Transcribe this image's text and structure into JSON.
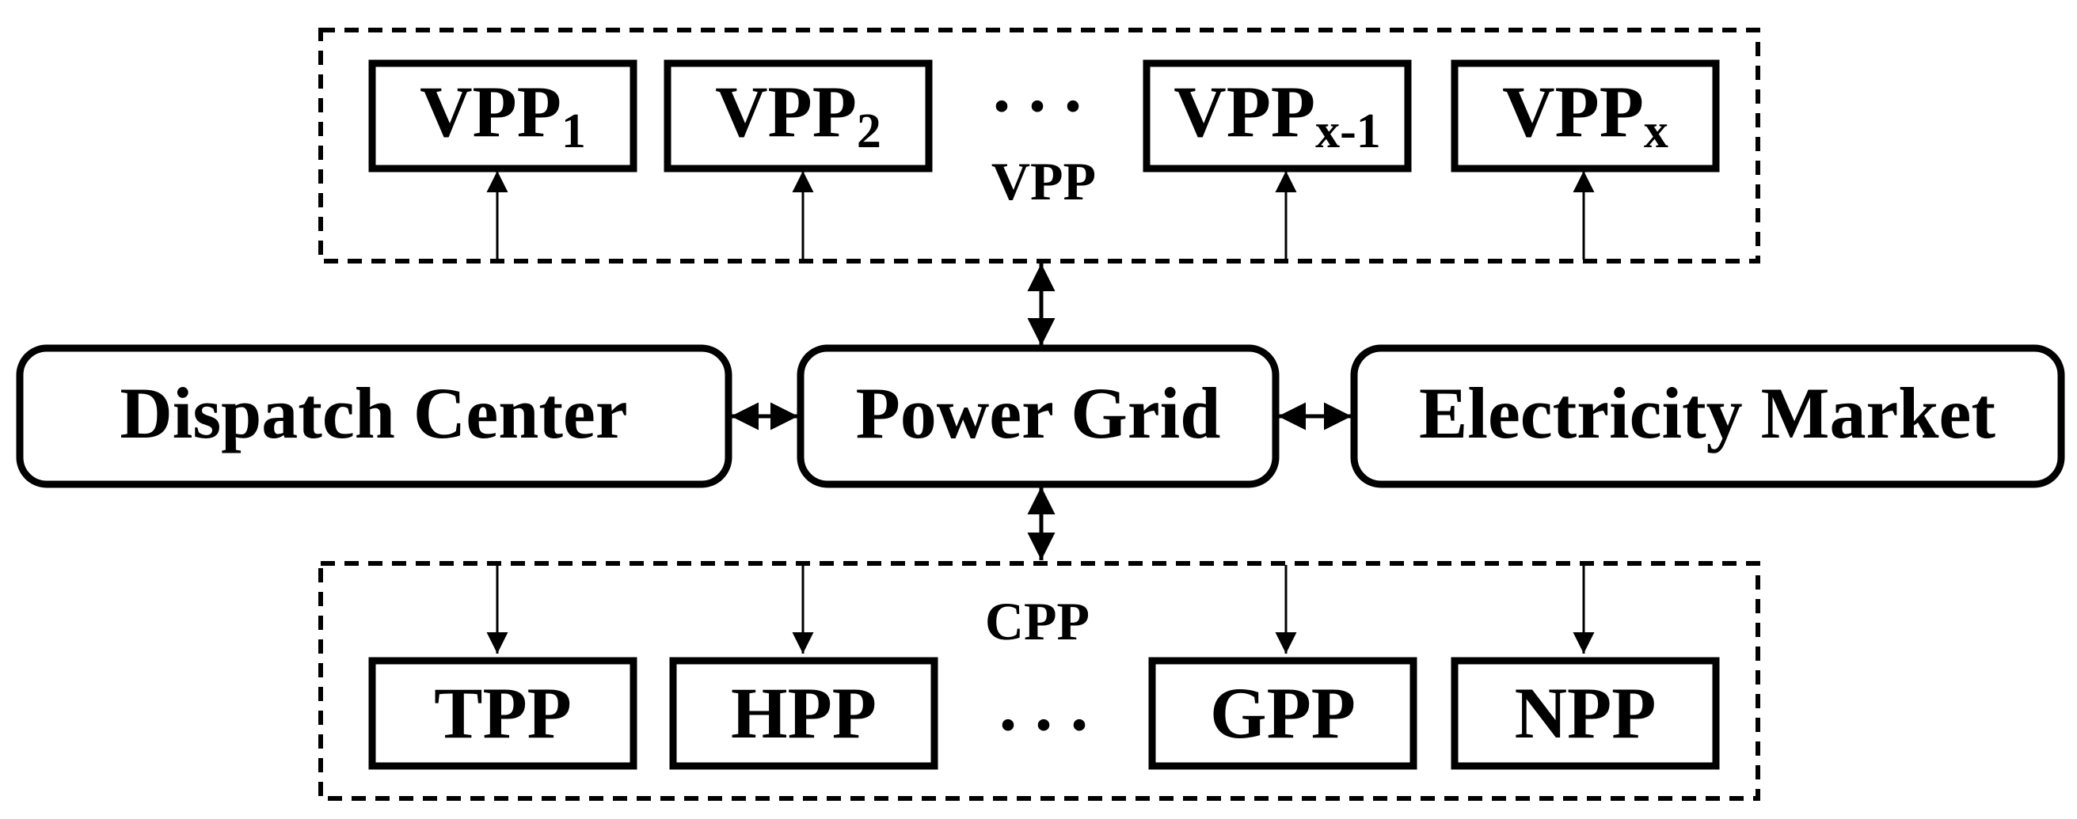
{
  "colors": {
    "stroke": "#000000",
    "background": "#ffffff"
  },
  "vpp_group": {
    "label": "VPP",
    "units": [
      {
        "base": "VPP",
        "sub": "1"
      },
      {
        "base": "VPP",
        "sub": "2"
      },
      {
        "base": "VPP",
        "sub": "x-1"
      },
      {
        "base": "VPP",
        "sub": "x"
      }
    ],
    "ellipsis": ". . ."
  },
  "center": {
    "dispatch": "Dispatch Center",
    "grid": "Power Grid",
    "market": "Electricity Market"
  },
  "cpp_group": {
    "label": "CPP",
    "units": [
      "TPP",
      "HPP",
      "GPP",
      "NPP"
    ],
    "ellipsis": ". . ."
  }
}
